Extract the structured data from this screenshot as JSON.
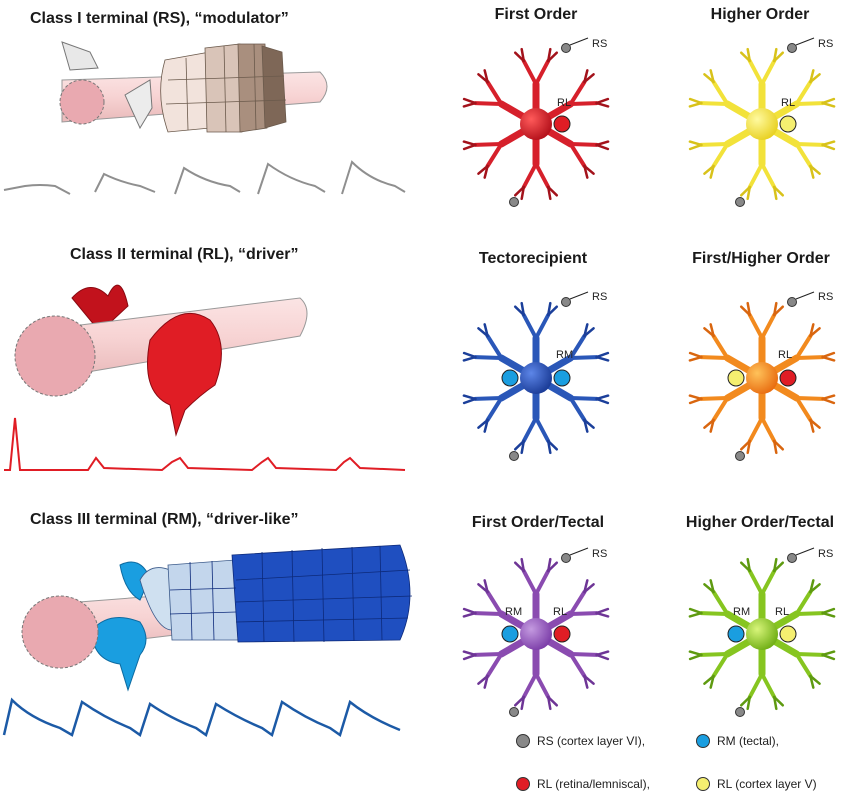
{
  "terminals": [
    {
      "title": "Class I terminal (RS), “modulator”",
      "color": "#8a7a6a"
    },
    {
      "title": "Class II terminal (RL), “driver”",
      "color": "#d81e2a"
    },
    {
      "title": "Class III terminal (RM), “driver-like”",
      "color": "#1f4fc0"
    }
  ],
  "neurons": [
    {
      "title": "First Order",
      "rs": "RS",
      "center": "RL",
      "color": "#d6202b"
    },
    {
      "title": "Higher Order",
      "rs": "RS",
      "center": "RL",
      "color": "#f2e23a"
    },
    {
      "title": "Tectorecipient",
      "rs": "RS",
      "center": "RM",
      "color": "#2a57b8"
    },
    {
      "title": "First/Higher Order",
      "rs": "RS",
      "center": "RL",
      "color": "#f28a1e"
    },
    {
      "title": "First Order/Tectal",
      "rs": "RS",
      "center_left": "RM",
      "center_right": "RL",
      "color": "#8a4bb0"
    },
    {
      "title": "Higher Order/Tectal",
      "rs": "RS",
      "center_left": "RM",
      "center_right": "RL",
      "color": "#86c520"
    }
  ],
  "legend": [
    {
      "label": "RS (cortex layer VI),",
      "color": "#888888"
    },
    {
      "label": "RM (tectal),",
      "color": "#1a9ee0"
    },
    {
      "label": "RL (retina/lemniscal),",
      "color": "#e01d25"
    },
    {
      "label": "RL (cortex layer V)",
      "color": "#f5ef70"
    }
  ]
}
